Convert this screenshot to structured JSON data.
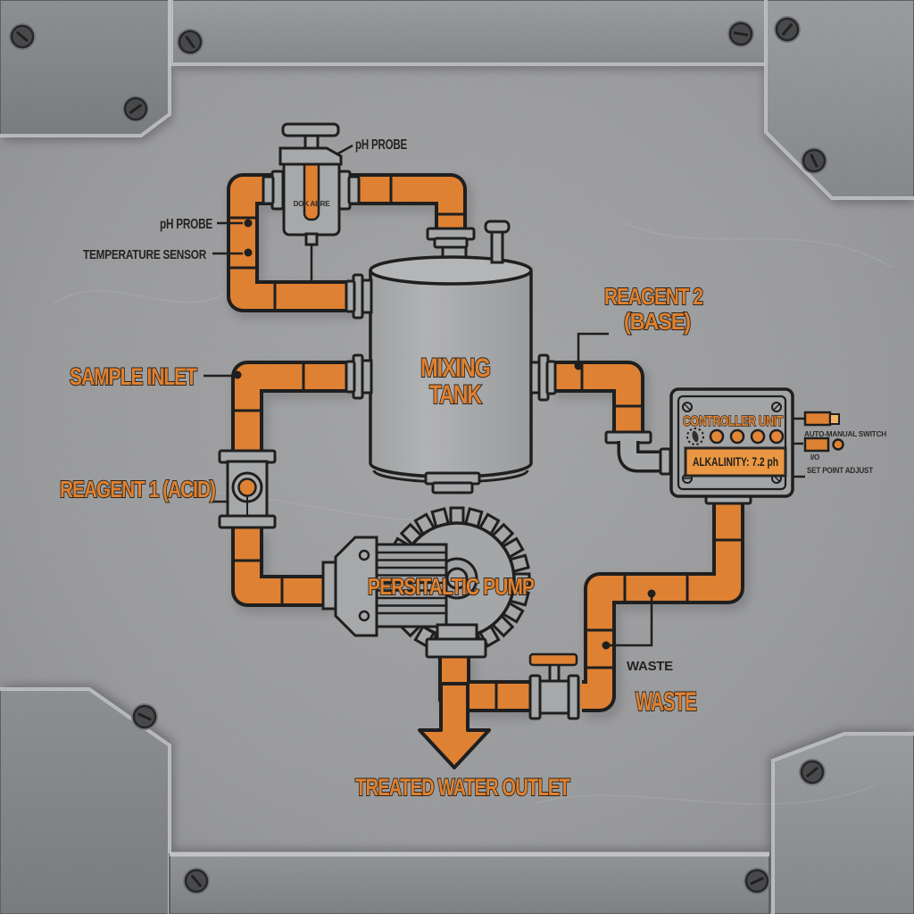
{
  "diagram": {
    "labels": {
      "ph_probe_top": "pH PROBE",
      "probe_body_text": "DOK ABRE",
      "ph_probe_side": "pH PROBE",
      "temperature_sensor": "TEMPERATURE SENSOR",
      "sample_inlet": "SAMPLE INLET",
      "reagent_1": "REAGENT 1 (ACID)",
      "reagent_2_line1": "REAGENT 2",
      "reagent_2_line2": "(BASE)",
      "mixing_tank_line1": "MIXING",
      "mixing_tank_line2": "TANK",
      "peristaltic_pump": "PERSITALTIC PUMP",
      "waste_callout": "WASTE",
      "waste_title": "WASTE",
      "treated_water_outlet": "TREATED WATER OUTLET"
    },
    "controller": {
      "title": "CONTROLLER UNIT",
      "display_reading": "ALKALINITY: 7.2 ph",
      "led_count": 4,
      "annotations": {
        "auto_manual_switch": "AUTO-MANUAL SWITCH",
        "io": "I/O",
        "set_point_adjust": "SET POINT ADJUST"
      }
    },
    "colors": {
      "pipe_orange": "#DE8133",
      "label_orange": "#E0812F",
      "line_ink": "#1F1F1F",
      "display_background": "#EA9743",
      "concrete_gray": "#A3A4A6",
      "plate_gray": "#909295"
    }
  }
}
